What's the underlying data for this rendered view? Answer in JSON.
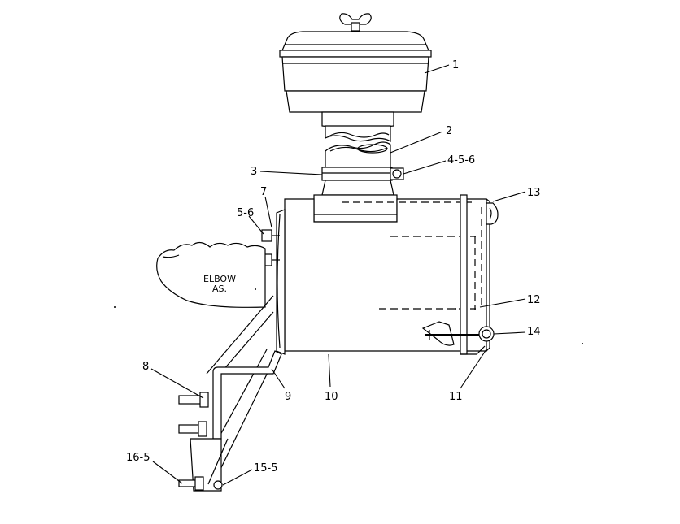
{
  "diagram": {
    "callouts": [
      {
        "id": "c1",
        "text": "1"
      },
      {
        "id": "c2",
        "text": "2"
      },
      {
        "id": "c3",
        "text": "3"
      },
      {
        "id": "c4",
        "text": "4-5-6"
      },
      {
        "id": "c5",
        "text": "5-6"
      },
      {
        "id": "c7",
        "text": "7"
      },
      {
        "id": "c8",
        "text": "8"
      },
      {
        "id": "c9",
        "text": "9"
      },
      {
        "id": "c10",
        "text": "10"
      },
      {
        "id": "c11",
        "text": "11"
      },
      {
        "id": "c12",
        "text": "12"
      },
      {
        "id": "c13",
        "text": "13"
      },
      {
        "id": "c14",
        "text": "14"
      },
      {
        "id": "c15",
        "text": "15-5"
      },
      {
        "id": "c16",
        "text": "16-5"
      }
    ],
    "elbow_label": [
      "ELBOW",
      "AS."
    ]
  }
}
